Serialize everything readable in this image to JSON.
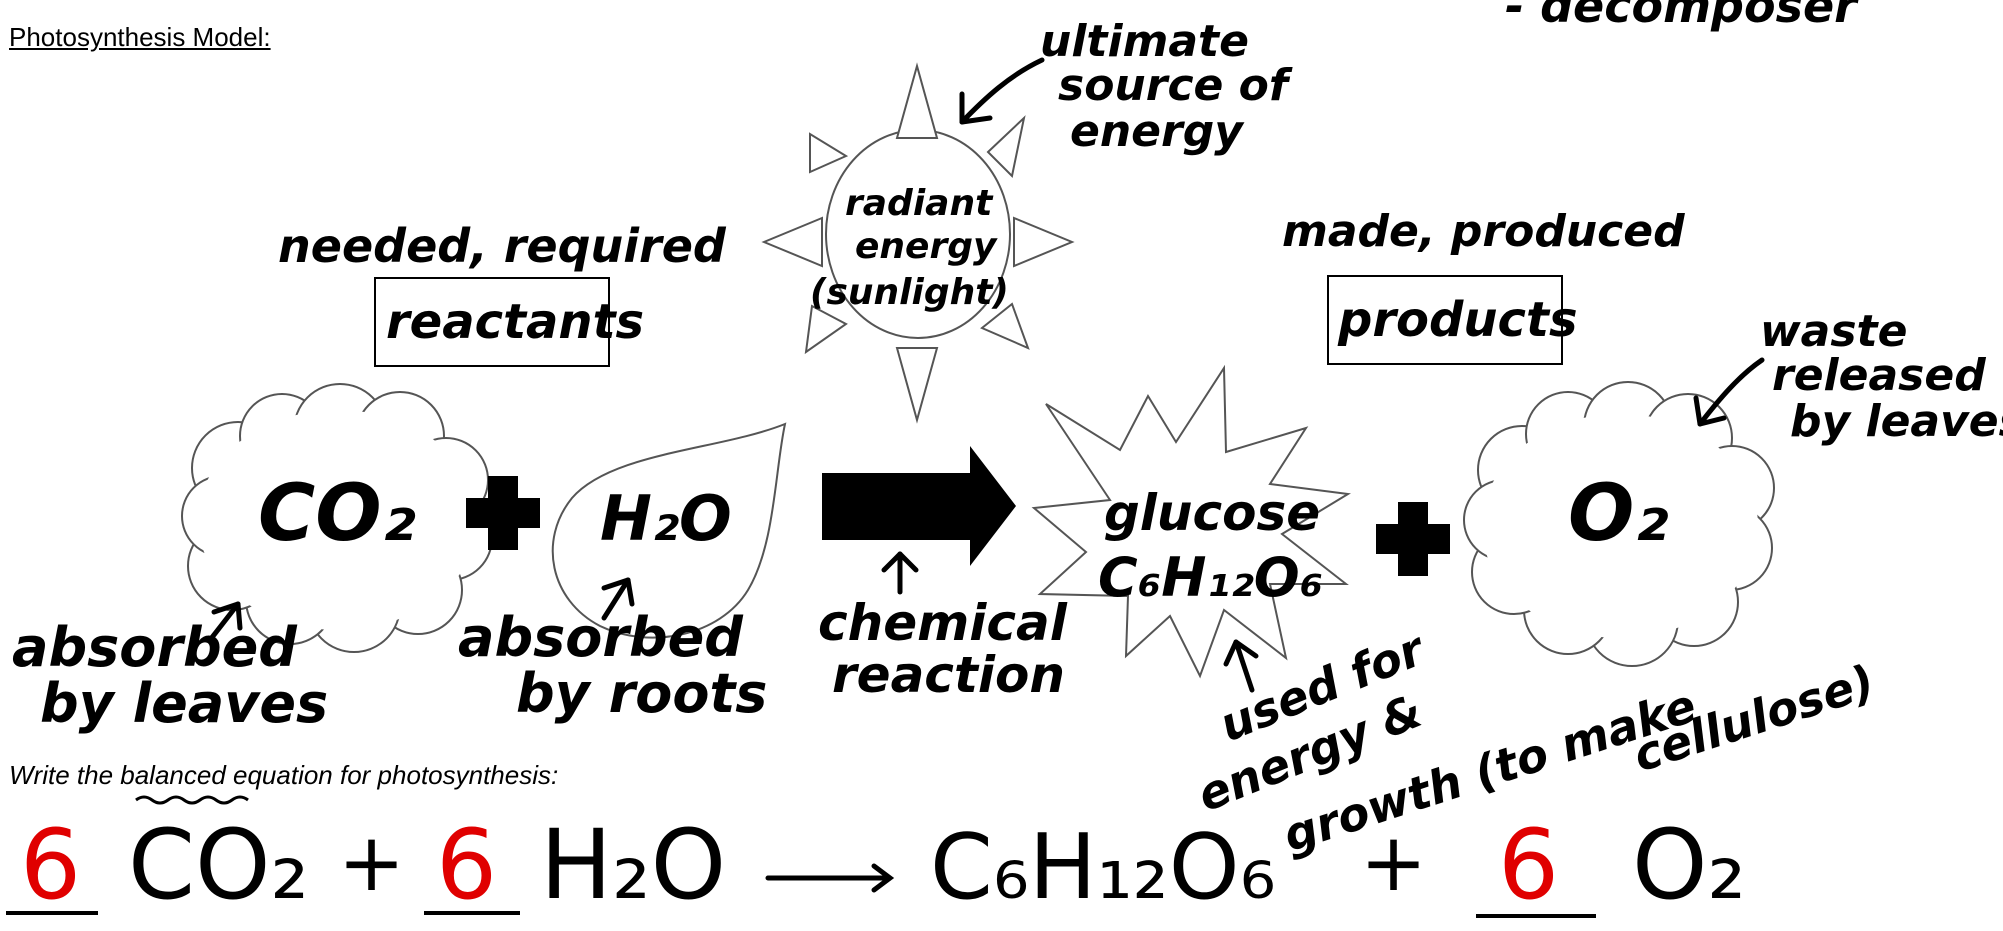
{
  "title": "Photosynthesis Model:",
  "prompt": "Write the balanced equation for photosynthesis:",
  "labels": {
    "decomposer": "- decomposer",
    "ultimate": [
      "ultimate",
      "source of",
      "energy"
    ],
    "sun": [
      "radiant",
      "energy",
      "(sunlight)"
    ],
    "needed": "needed, required",
    "reactants": "reactants",
    "made": "made, produced",
    "products": "products",
    "co2": "CO₂",
    "h2o": "H₂O",
    "glucose": "glucose",
    "glucose_formula": "C₆H₁₂O₆",
    "o2": "O₂",
    "waste": [
      "waste",
      "released",
      "by leaves"
    ],
    "absorbed_leaves": [
      "absorbed",
      "by leaves"
    ],
    "absorbed_roots": [
      "absorbed",
      "by roots"
    ],
    "chemical_reaction": [
      "chemical",
      "reaction"
    ],
    "used_for": "used for",
    "energy_and": "energy &",
    "growth": "growth (to make",
    "cellulose": "cellulose)"
  },
  "equation": {
    "coef_co2": "6",
    "co2": "CO₂",
    "plus1": "+",
    "coef_h2o": "6",
    "h2o": "H₂O",
    "glucose": "C₆H₁₂O₆",
    "plus2": "+",
    "coef_o2": "6",
    "o2": "O₂"
  },
  "colors": {
    "ink": "#000000",
    "red": "#e00000",
    "shape_stroke": "#555555"
  }
}
